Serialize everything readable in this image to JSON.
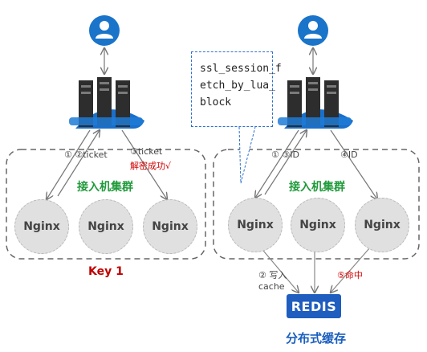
{
  "left": {
    "label_ticket_1": "① ②ticket",
    "label_ticket_3": "③ticket",
    "label_decrypt": "解密成功√",
    "cluster_label": "接入机集群",
    "nginx": [
      "Nginx",
      "Nginx",
      "Nginx"
    ],
    "key_label": "Key 1"
  },
  "right": {
    "callout_lines": [
      "ssl_session_f",
      "etch_by_lua_",
      "block"
    ],
    "label_id_1": "① ③ID",
    "label_id_4": "④ID",
    "cluster_label": "接入机集群",
    "nginx": [
      "Nginx",
      "Nginx",
      "Nginx"
    ],
    "write_label": "② 写入",
    "cache_label": "cache",
    "hit_label": "⑤命中",
    "redis_label": "REDIS",
    "redis_caption": "分布式缓存"
  },
  "icons": [
    "user-icon",
    "server-rack-icon",
    "user-icon",
    "server-rack-icon"
  ],
  "colors": {
    "accent_blue": "#1a5fbf",
    "cluster_green": "#1f9a3a",
    "alert_red": "#c00000"
  }
}
